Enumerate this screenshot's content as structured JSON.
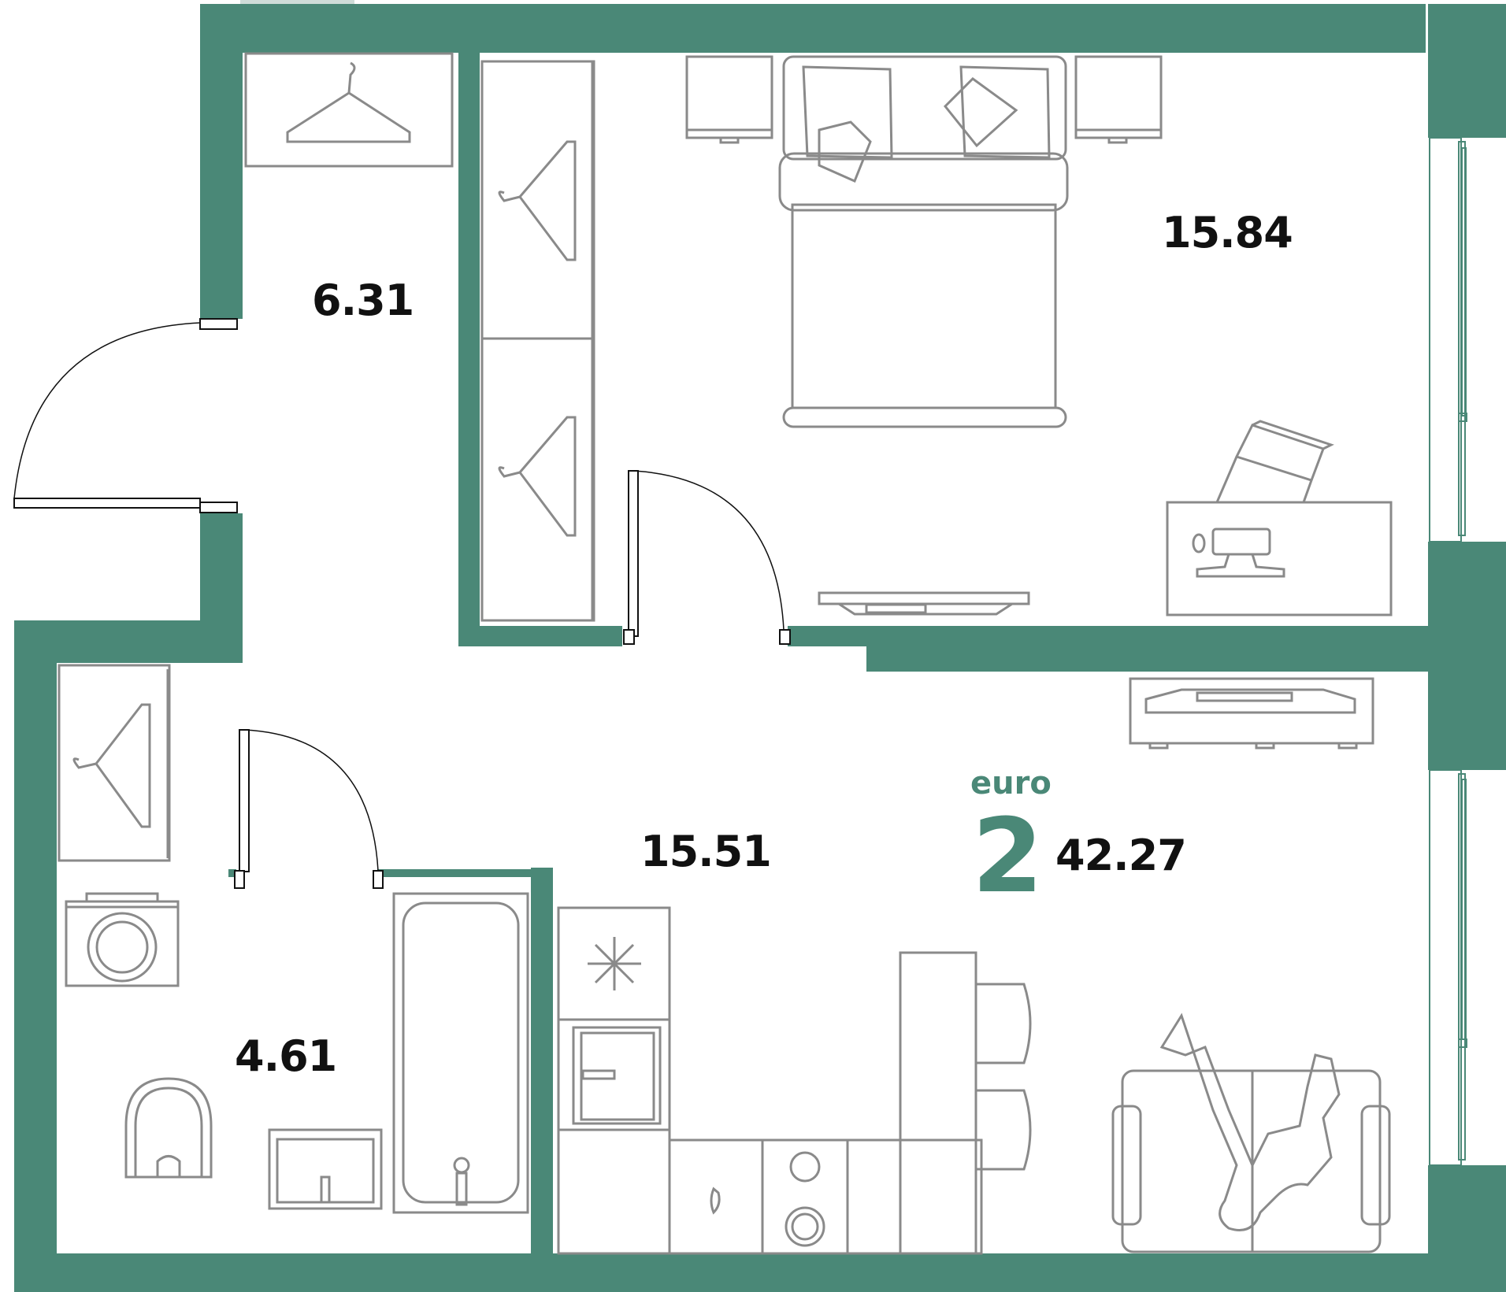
{
  "rooms": {
    "hall": {
      "area": "6.31"
    },
    "bedroom": {
      "area": "15.84"
    },
    "living_kitchen": {
      "area": "15.51"
    },
    "bathroom": {
      "area": "4.61"
    }
  },
  "apartment": {
    "type_label": "euro",
    "rooms_count": "2",
    "total_area": "42.27"
  },
  "icons": [
    "hanger-icon",
    "snowflake-icon",
    "washing-machine-icon",
    "toilet-icon",
    "bathtub-icon",
    "sink-icon",
    "stove-icon",
    "bed-icon",
    "pillow-icon",
    "nightstand-icon",
    "desk-icon",
    "computer-icon",
    "chair-icon",
    "tv-icon",
    "sofa-icon",
    "people-icon",
    "bar-chair-icon",
    "door-icon",
    "window-icon"
  ],
  "colors": {
    "wall": "#4a8877",
    "furniture": "#8a8a8a",
    "text": "#111111"
  }
}
